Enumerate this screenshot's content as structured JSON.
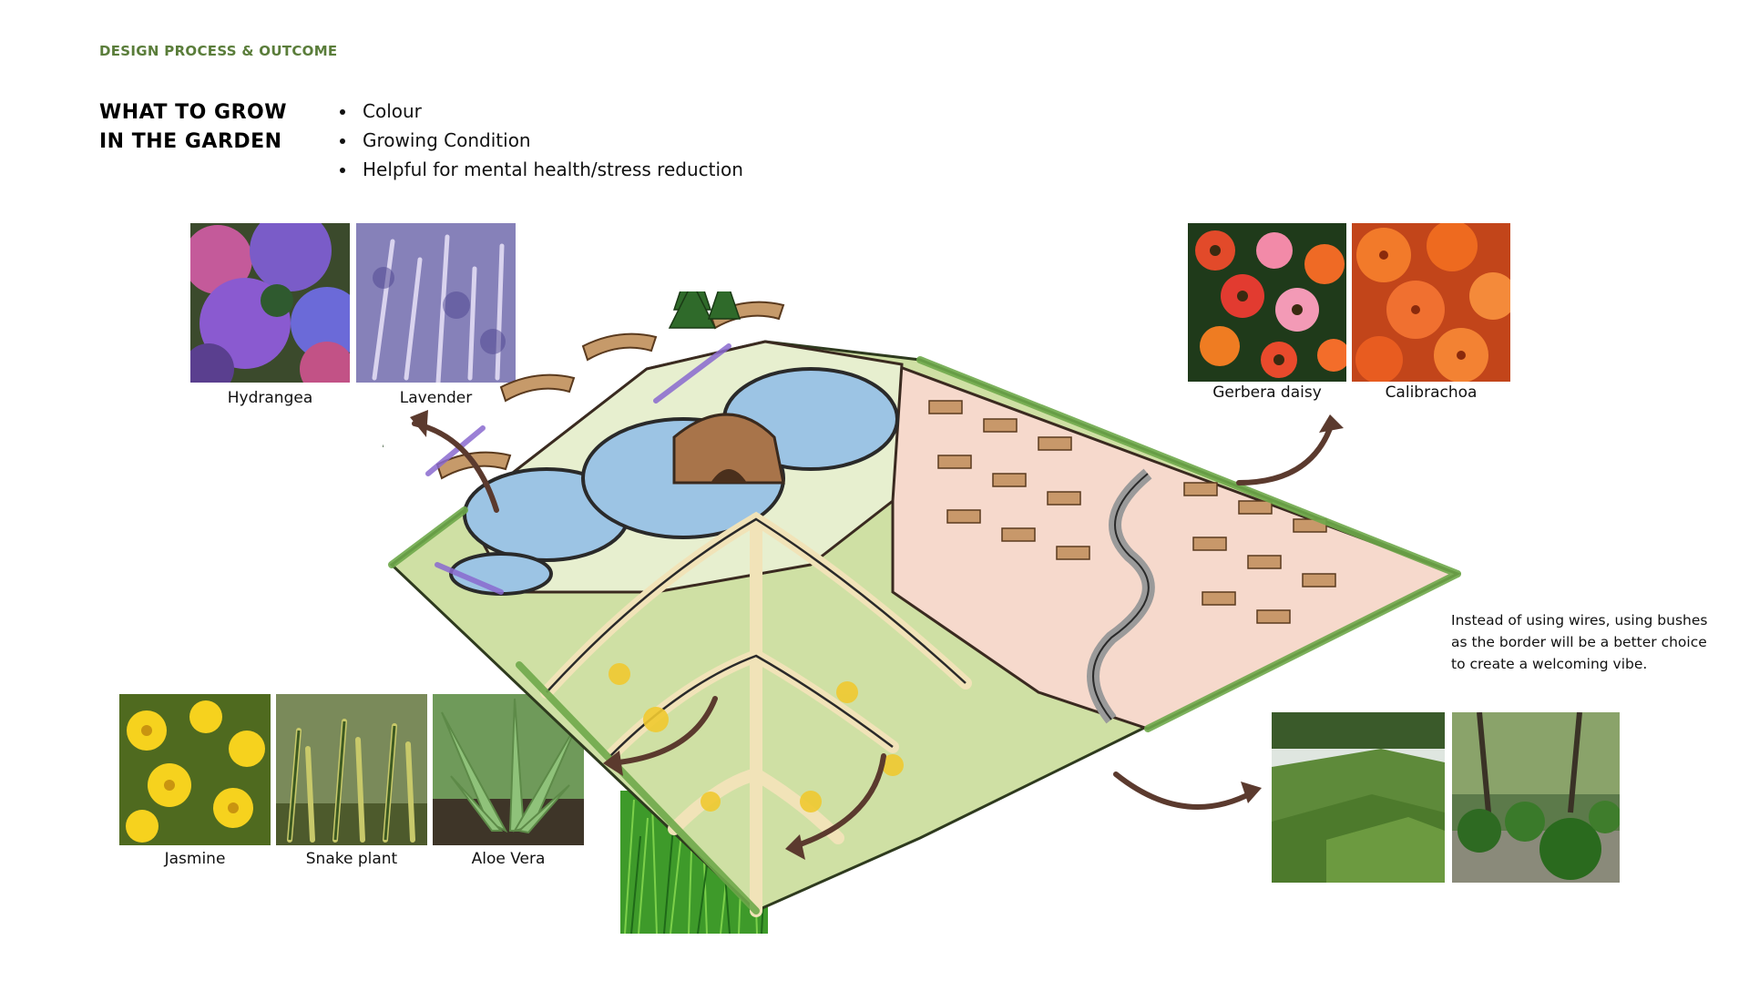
{
  "header": {
    "eyebrow": "DESIGN PROCESS & OUTCOME",
    "title_line1": "WHAT TO GROW",
    "title_line2": "IN THE GARDEN"
  },
  "criteria": [
    "Colour",
    "Growing Condition",
    "Helpful for mental health/stress reduction"
  ],
  "plants": {
    "hydrangea": "Hydrangea",
    "lavender": "Lavender",
    "gerbera": "Gerbera daisy",
    "calibrachoa": "Calibrachoa",
    "jasmine": "Jasmine",
    "snake_plant": "Snake plant",
    "aloe_vera": "Aloe Vera"
  },
  "border_note": "Instead of using wires, using bushes as the border will be a better choice to create a welcoming vibe.",
  "colors": {
    "eyebrow_green": "#5a7d3a",
    "arrow_brown": "#5b3a2e",
    "water_blue": "#9cc4e4",
    "lawn_green": "#b9d98a",
    "path_beige": "#f1e3b8",
    "plaza_pink": "#f6d9cc"
  }
}
